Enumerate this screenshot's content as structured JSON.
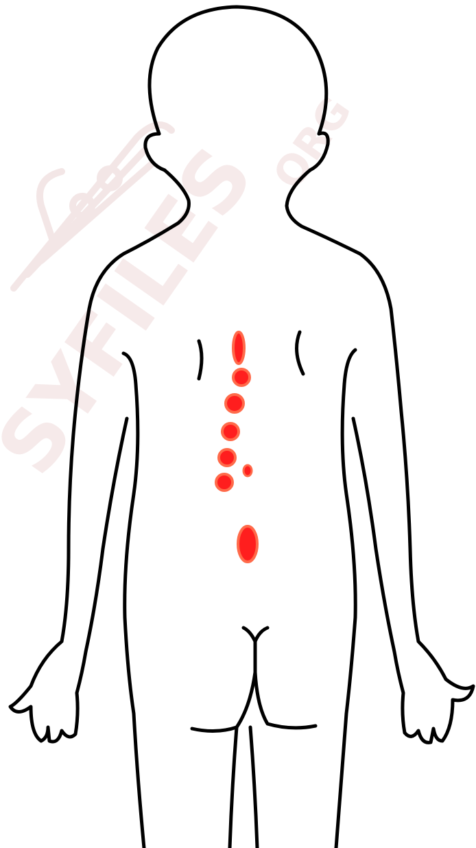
{
  "watermark": {
    "text": "SYFILES",
    "suffix": "ORG",
    "color": "#f6eaea",
    "icon": "saxophone-icon"
  },
  "figure": {
    "subject": "child-back-outline",
    "outline_color": "#000000",
    "background_color": "#ffffff"
  },
  "markers": {
    "count": 8,
    "fill_color": "#ff1e1e",
    "ring_color": "#ff6a4a"
  }
}
